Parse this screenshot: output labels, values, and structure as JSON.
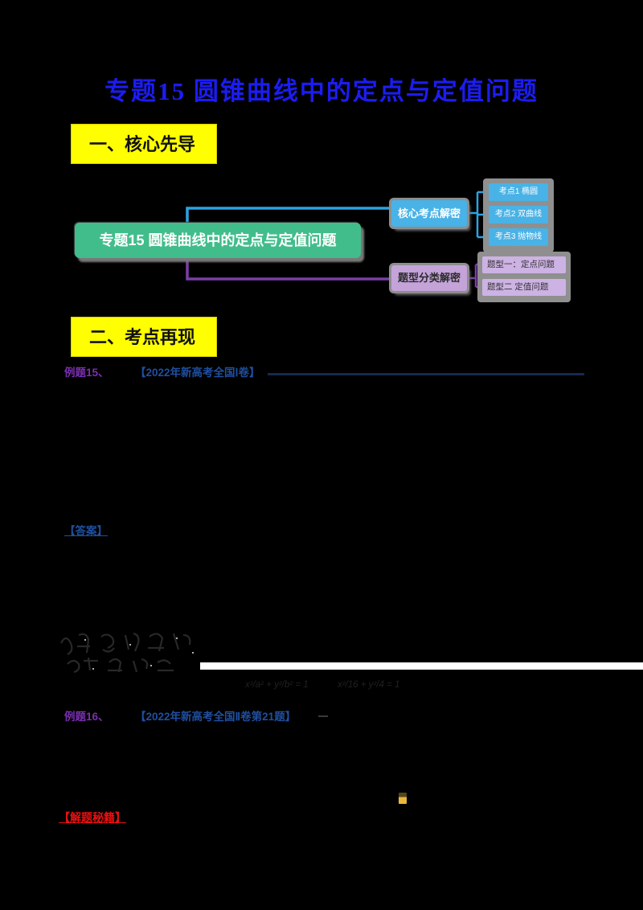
{
  "title": "专题15 圆锥曲线中的定点与定值问题",
  "colors": {
    "title_blue": "#1c1cf0",
    "section_yellow": "#ffff00",
    "mindmap_green": "#41bd8b",
    "mindmap_blue": "#49b2e6",
    "mindmap_purple": "#c4a3d9",
    "label_purple": "#7a2fb0",
    "source_blue": "#1f4fa0",
    "answer_blue": "#1d4f9e",
    "heading_red": "#ea1010"
  },
  "sections": [
    {
      "label": "一、核心先导"
    },
    {
      "label": "二、考点再现"
    }
  ],
  "mindmap": {
    "root": {
      "label": "专题15 圆锥曲线中的定点与定值问题"
    },
    "branches": [
      {
        "label": "核心考点解密",
        "children": [
          {
            "label": "考点1 椭圆"
          },
          {
            "label": "考点2 双曲线"
          },
          {
            "label": "考点3 抛物线"
          }
        ]
      },
      {
        "label": "题型分类解密",
        "children": [
          {
            "label": "题型一：定点问题"
          },
          {
            "label": "题型二 定值问题"
          }
        ]
      }
    ]
  },
  "problems": [
    {
      "number": "例题15、",
      "source": "【2022年新高考全国Ⅰ卷】"
    },
    {
      "number": "例题16、",
      "source": "【2022年新高考全国Ⅱ卷第21题】"
    }
  ],
  "answer_label": "【答案】",
  "red_heading": "【解题秘籍】",
  "faint_math": {
    "formula_1": "x²/a² + y²/b² = 1",
    "formula_2": "x²/16 + y²/4 = 1"
  }
}
